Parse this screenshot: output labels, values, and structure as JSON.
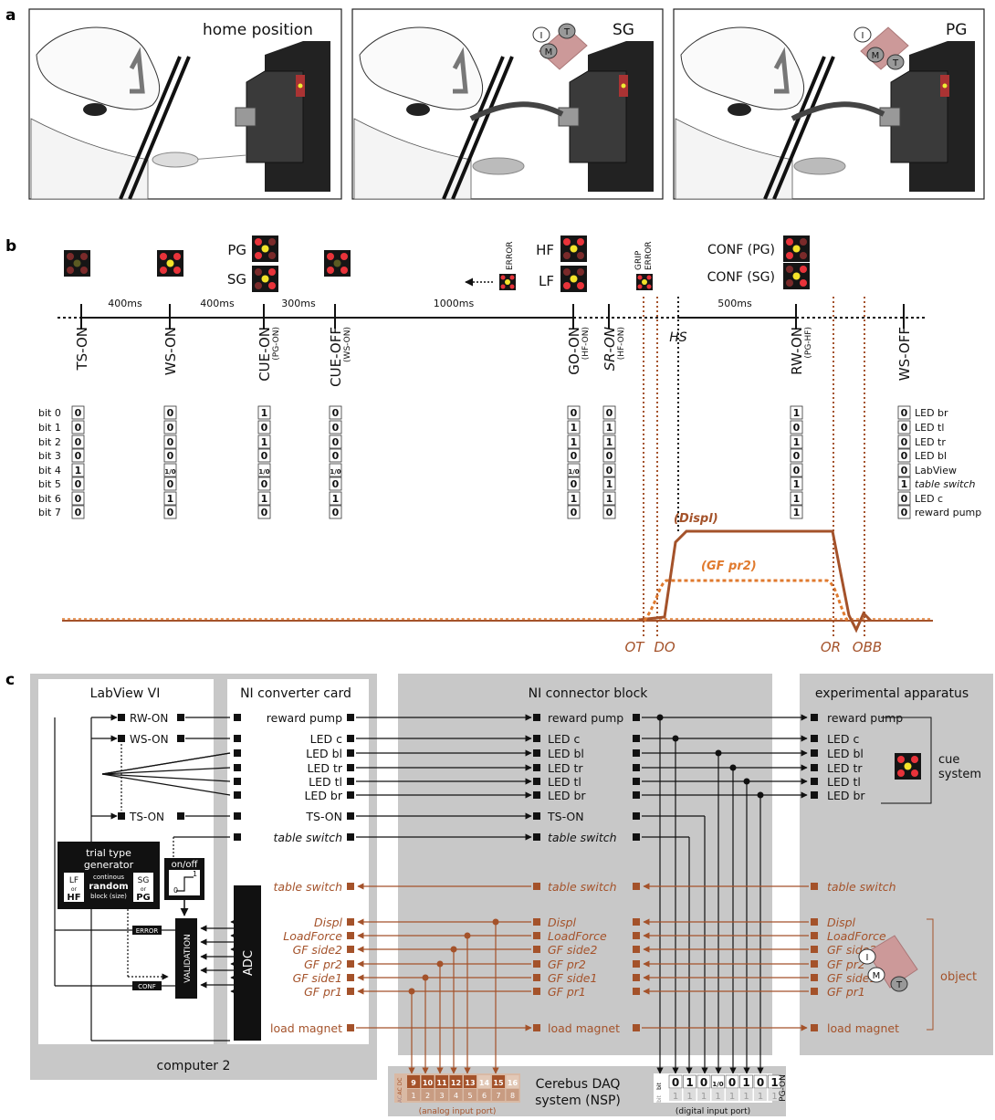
{
  "panel_labels": {
    "a": "a",
    "b": "b",
    "c": "c"
  },
  "panel_a": {
    "titles": [
      "home position",
      "SG",
      "PG"
    ],
    "grip_letters": {
      "I": "I",
      "T": "T",
      "M": "M"
    }
  },
  "panel_b": {
    "intervals": [
      "400ms",
      "400ms",
      "300ms",
      "1000ms",
      "500ms"
    ],
    "events": [
      {
        "label": "TS-ON",
        "sub": ""
      },
      {
        "label": "WS-ON",
        "sub": ""
      },
      {
        "label": "CUE-ON",
        "sub": "(PG-ON)"
      },
      {
        "label": "CUE-OFF",
        "sub": "(WS-ON)"
      },
      {
        "label": "GO-ON",
        "sub": "(HF-ON)"
      },
      {
        "label": "SR-ON",
        "sub": "(HF-ON)"
      },
      {
        "label": "HS",
        "sub": ""
      },
      {
        "label": "RW-ON",
        "sub": "(PG-HF)"
      },
      {
        "label": "WS-OFF",
        "sub": ""
      }
    ],
    "cue_labels": {
      "pg": "PG",
      "sg": "SG",
      "hf": "HF",
      "lf": "LF",
      "error": "ERROR",
      "grip_error": "GRIP\nERROR",
      "conf_pg": "CONF (PG)",
      "conf_sg": "CONF (SG)"
    },
    "bits": [
      "bit 0",
      "bit 1",
      "bit 2",
      "bit 3",
      "bit 4",
      "bit 5",
      "bit 6",
      "bit 7"
    ],
    "bit_columns": [
      [
        "0",
        "0",
        "0",
        "0",
        "1",
        "0",
        "0",
        "0"
      ],
      [
        "0",
        "0",
        "0",
        "0",
        "1/0",
        "0",
        "1",
        "0"
      ],
      [
        "1",
        "0",
        "1",
        "0",
        "1/0",
        "0",
        "1",
        "0"
      ],
      [
        "0",
        "0",
        "0",
        "0",
        "1/0",
        "0",
        "1",
        "0"
      ],
      [
        "0",
        "1",
        "1",
        "0",
        "1/0",
        "0",
        "1",
        "0"
      ],
      [
        "0",
        "1",
        "1",
        "0",
        "0",
        "1",
        "1",
        "0"
      ],
      [
        "1",
        "0",
        "1",
        "0",
        "0",
        "1",
        "1",
        "1"
      ],
      [
        "0",
        "0",
        "0",
        "0",
        "0",
        "1",
        "0",
        "0"
      ]
    ],
    "bit_names": [
      "LED br",
      "LED tl",
      "LED tr",
      "LED bl",
      "LabView",
      "table switch",
      "LED c",
      "reward pump"
    ],
    "traces": {
      "displ": "(Displ)",
      "gf": "(GF pr2)"
    },
    "marks": [
      "OT",
      "DO",
      "OR",
      "OBB"
    ]
  },
  "panel_c": {
    "titles": {
      "labview": "LabView VI",
      "converter": "NI converter card",
      "connector": "NI connector block",
      "apparatus": "experimental apparatus",
      "computer": "computer 2"
    },
    "labview_signals": [
      "RW-ON",
      "WS-ON",
      "TS-ON"
    ],
    "digital_rows": [
      "reward pump",
      "LED c",
      "LED bl",
      "LED tr",
      "LED tl",
      "LED br"
    ],
    "ts_row": "TS-ON",
    "table_switch": "table switch",
    "analog_rows": [
      "Displ",
      "LoadForce",
      "GF side2",
      "GF pr2",
      "GF side1",
      "GF pr1"
    ],
    "load_magnet": "load magnet",
    "cue_system": "cue\nsystem",
    "object": "object",
    "trial_gen": {
      "title": "trial type\ngenerator",
      "cont": "continous",
      "random": "random",
      "block": "block (size)",
      "lf": "LF",
      "or": "or",
      "hf": "HF",
      "sg": "SG",
      "pg": "PG"
    },
    "onoff": "on/off",
    "validation": "VALIDATION",
    "adc": "ADC",
    "error": "ERROR",
    "conf": "CONF",
    "cerebus": "Cerebus DAQ\nsystem (NSP)",
    "analog_port": "(analog input port)",
    "digital_port": "(digital input port)",
    "analog_top": [
      "9",
      "10",
      "11",
      "12",
      "13",
      "14",
      "15",
      "16"
    ],
    "analog_bottom": [
      "1",
      "2",
      "3",
      "4",
      "5",
      "6",
      "7",
      "8"
    ],
    "analog_side": [
      "AC DC",
      "AC"
    ],
    "digital_top": [
      "0",
      "1",
      "0",
      "1/0",
      "0",
      "1",
      "0",
      "1"
    ],
    "digital_bottom": [
      "1",
      "1",
      "1",
      "1",
      "1",
      "1",
      "1",
      "1"
    ],
    "digital_side": [
      "bit",
      "bit"
    ],
    "pg_on": "PG-ON"
  }
}
